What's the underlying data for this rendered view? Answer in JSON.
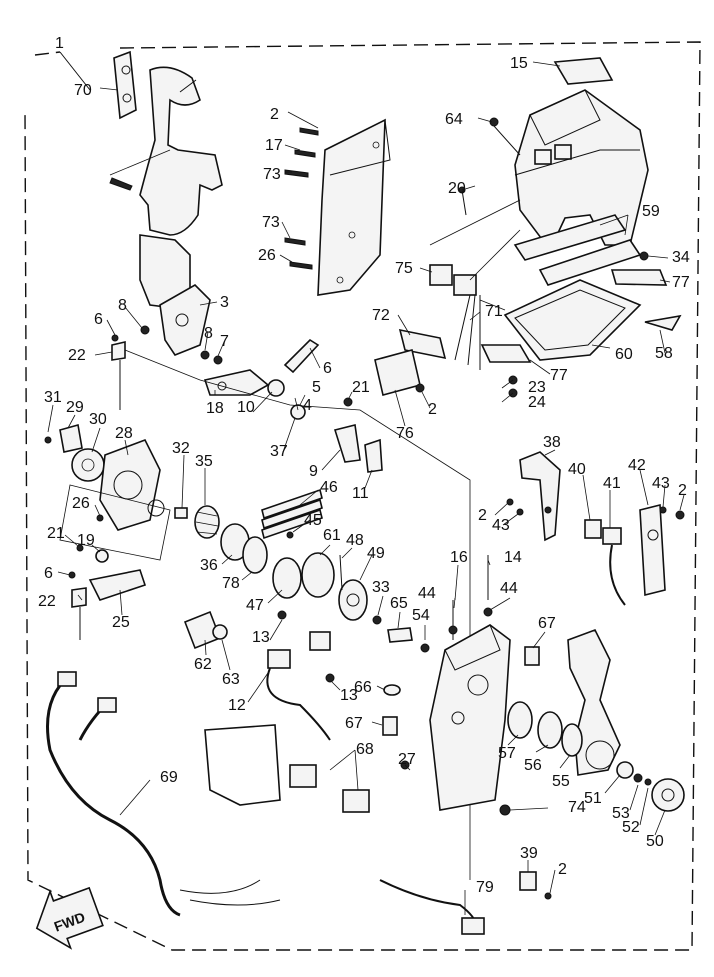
{
  "diagram": {
    "callouts": [
      "1",
      "70",
      "15",
      "64",
      "2",
      "17",
      "73",
      "20",
      "59",
      "34",
      "77",
      "73",
      "26",
      "75",
      "72",
      "71",
      "60",
      "58",
      "3",
      "8",
      "6",
      "8",
      "7",
      "22",
      "6",
      "5",
      "21",
      "23",
      "24",
      "77",
      "2",
      "18",
      "4",
      "10",
      "37",
      "76",
      "31",
      "29",
      "30",
      "28",
      "9",
      "11",
      "38",
      "32",
      "35",
      "46",
      "40",
      "41",
      "42",
      "43",
      "2",
      "2",
      "43",
      "26",
      "45",
      "61",
      "48",
      "49",
      "36",
      "78",
      "21",
      "19",
      "47",
      "33",
      "65",
      "6",
      "22",
      "25",
      "44",
      "16",
      "14",
      "44",
      "54",
      "67",
      "62",
      "63",
      "13",
      "12",
      "13",
      "66",
      "67",
      "57",
      "56",
      "55",
      "68",
      "27",
      "69",
      "74",
      "51",
      "53",
      "52",
      "50",
      "39",
      "2",
      "79"
    ],
    "fwd_label": "FWD"
  }
}
